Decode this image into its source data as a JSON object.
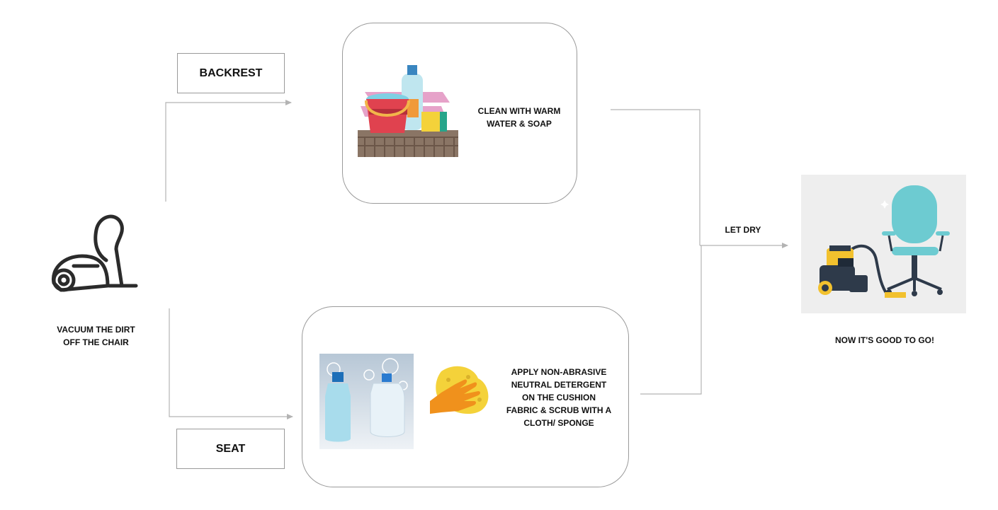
{
  "steps": {
    "vacuum": {
      "caption_line1": "VACUUM THE DIRT",
      "caption_line2": "OFF THE CHAIR",
      "icon": "vacuum-cleaner-icon"
    },
    "backrest": {
      "label": "BACKREST",
      "caption_line1": "CLEAN WITH WARM",
      "caption_line2": "WATER & SOAP",
      "image": "bucket-soap-sponge-illustration"
    },
    "seat": {
      "label": "SEAT",
      "caption_lines": [
        "APPLY NON-ABRASIVE",
        "NEUTRAL DETERGENT",
        "ON THE CUSHION",
        "FABRIC & SCRUB WITH A",
        "CLOTH/ SPONGE"
      ],
      "images": [
        "detergent-bottles-photo",
        "glove-sponge-illustration"
      ]
    },
    "dry": {
      "label": "LET DRY"
    },
    "final": {
      "caption": "NOW IT'S GOOD TO GO!",
      "image": "clean-office-chair-vacuum-illustration"
    }
  },
  "colors": {
    "connector": "#b3b3b3",
    "border": "#9a9a9a",
    "chair": "#6dcbd1",
    "vacuum_yellow": "#f2c12e",
    "glove": "#f0911c",
    "sponge": "#f4d23a",
    "bucket": "#e0424f",
    "bottle": "#a8dcec"
  }
}
